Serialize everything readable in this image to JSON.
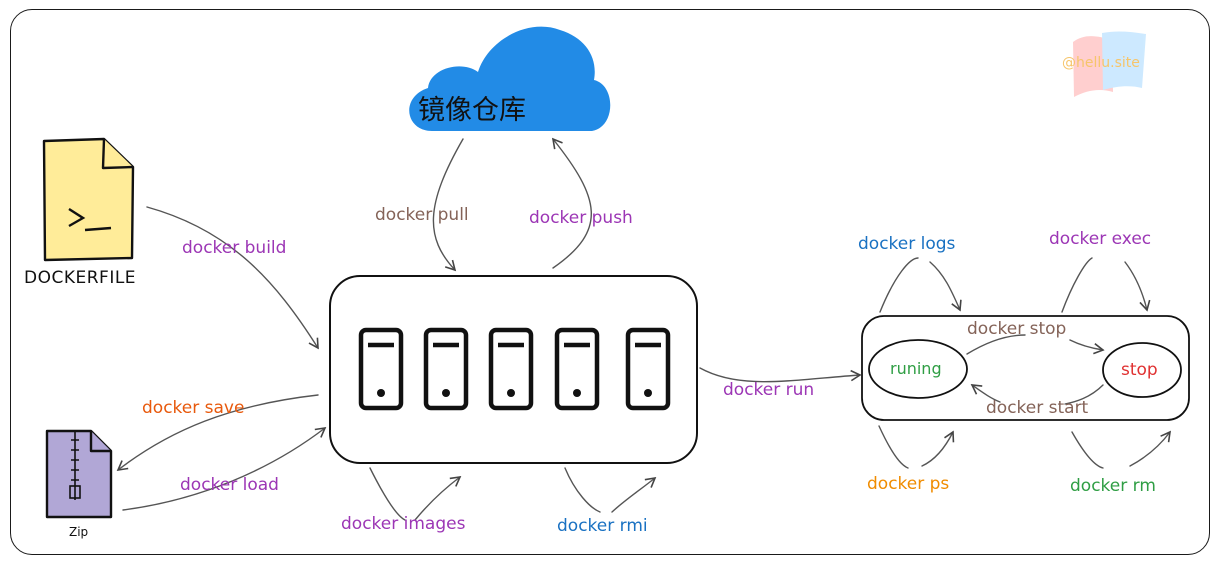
{
  "registry": {
    "label": "镜像仓库"
  },
  "dockerfile": {
    "caption": "DOCKERFILE"
  },
  "archive": {
    "caption": "Zip"
  },
  "watermark": {
    "text": "@hellu.site"
  },
  "states": {
    "running": "runing",
    "stopped": "stop"
  },
  "commands": {
    "build": "docker build",
    "pull": "docker pull",
    "push": "docker push",
    "save": "docker save",
    "load": "docker load",
    "images": "docker images",
    "rmi": "docker rmi",
    "run": "docker run",
    "logs": "docker logs",
    "exec": "docker exec",
    "stop": "docker stop",
    "start": "docker start",
    "ps": "docker ps",
    "rm": "docker rm"
  },
  "colors": {
    "cloud": "#228be6",
    "dockerfile_fill": "#ffec99",
    "zip_fill": "#b1a7d6",
    "purple": "#9c36b5",
    "brown": "#846358",
    "orange": "#e8590c",
    "blue": "#1971c2",
    "yellow": "#f08c00",
    "green": "#2f9e44",
    "red": "#e03131"
  }
}
